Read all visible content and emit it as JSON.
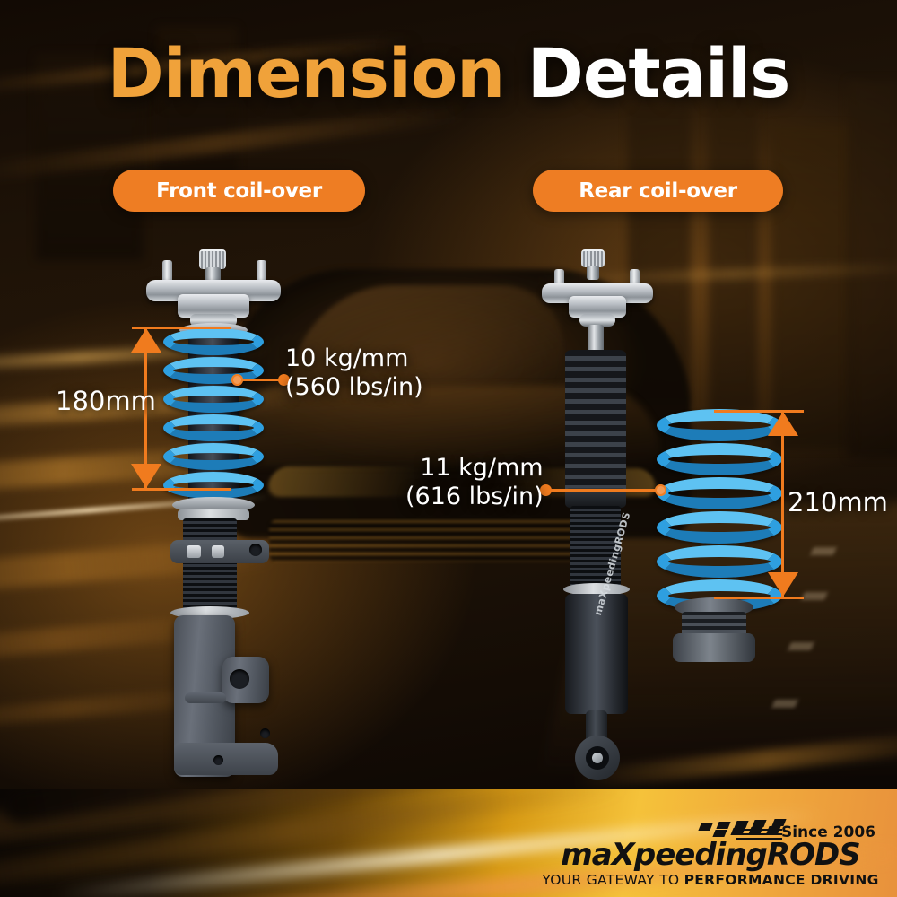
{
  "headline": {
    "word1": "Dimension",
    "word2": "Details"
  },
  "badges": {
    "front": "Front coil-over",
    "rear": "Rear coil-over"
  },
  "callouts": {
    "front": {
      "line1": "10 kg/mm",
      "line2": "(560 lbs/in)"
    },
    "rear": {
      "line1": "11 kg/mm",
      "line2": "(616 lbs/in)"
    }
  },
  "dimensions": {
    "front_label": "180mm",
    "rear_label": "210mm"
  },
  "brand": {
    "logo_part1": "maX",
    "logo_part2": "peeding",
    "logo_part3": "RODS",
    "since": "Since 2006",
    "tagline_light": "YOUR GATEWAY TO ",
    "tagline_bold": "PERFORMANCE DRIVING"
  },
  "colors": {
    "accent_orange": "#EE7D23",
    "title_gold": "#F0A23A",
    "spring_blue": "#2E9FE0",
    "leader_orange": "#F07B1E",
    "text_white": "#FFFFFF"
  },
  "icons": {
    "arrow_up": "arrow-up-icon",
    "arrow_down": "arrow-down-icon",
    "checkered_flag": "checkered-flag-icon"
  }
}
